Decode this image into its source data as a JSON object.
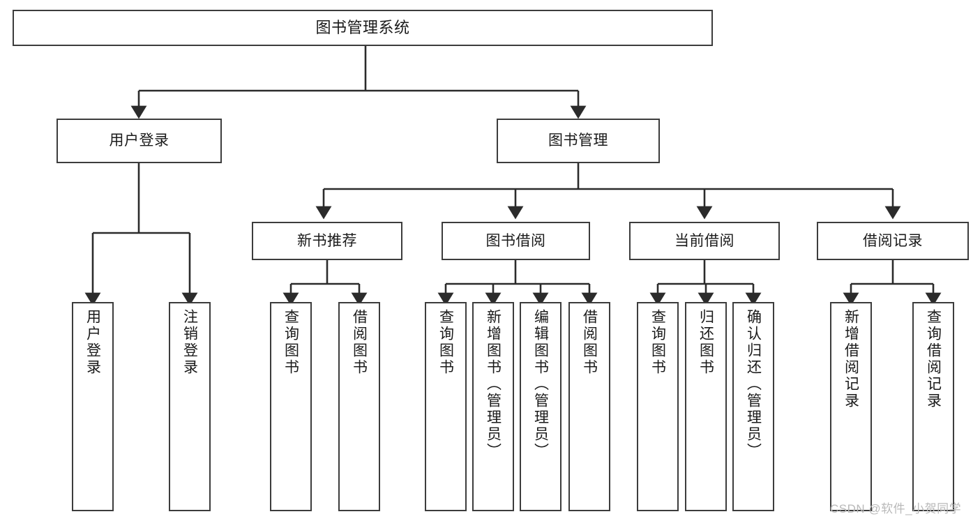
{
  "diagram": {
    "title": "图书管理系统",
    "type": "tree",
    "stroke_color": "#3c3c3c",
    "text_color": "#1a1a1a",
    "background": "#ffffff",
    "nodes": {
      "root": {
        "label": "图书管理系统"
      },
      "level1": [
        {
          "id": "user-login",
          "label": "用户登录"
        },
        {
          "id": "book-manage",
          "label": "图书管理"
        }
      ],
      "level2": [
        {
          "id": "new-book-recommend",
          "label": "新书推荐"
        },
        {
          "id": "book-borrow",
          "label": "图书借阅"
        },
        {
          "id": "current-borrow",
          "label": "当前借阅"
        },
        {
          "id": "borrow-record",
          "label": "借阅记录"
        }
      ],
      "leaves": [
        {
          "id": "leaf-user-login",
          "label": "用户登录",
          "parent": "user-login"
        },
        {
          "id": "leaf-logout",
          "label": "注销登录",
          "parent": "user-login"
        },
        {
          "id": "leaf-query-book-1",
          "label": "查询图书",
          "parent": "new-book-recommend"
        },
        {
          "id": "leaf-borrow-book-1",
          "label": "借阅图书",
          "parent": "new-book-recommend"
        },
        {
          "id": "leaf-query-book-2",
          "label": "查询图书",
          "parent": "book-borrow"
        },
        {
          "id": "leaf-add-book",
          "label": "新增图书（管理员）",
          "parent": "book-borrow"
        },
        {
          "id": "leaf-edit-book",
          "label": "编辑图书（管理员）",
          "parent": "book-borrow"
        },
        {
          "id": "leaf-borrow-book-2",
          "label": "借阅图书",
          "parent": "book-borrow"
        },
        {
          "id": "leaf-query-book-3",
          "label": "查询图书",
          "parent": "current-borrow"
        },
        {
          "id": "leaf-return-book",
          "label": "归还图书",
          "parent": "current-borrow"
        },
        {
          "id": "leaf-confirm-return",
          "label": "确认归还（管理员）",
          "parent": "current-borrow"
        },
        {
          "id": "leaf-add-record",
          "label": "新增借阅记录",
          "parent": "borrow-record"
        },
        {
          "id": "leaf-query-record",
          "label": "查询借阅记录",
          "parent": "borrow-record"
        }
      ]
    }
  },
  "watermark": {
    "text": "CSDN @软件_小贺同学"
  }
}
